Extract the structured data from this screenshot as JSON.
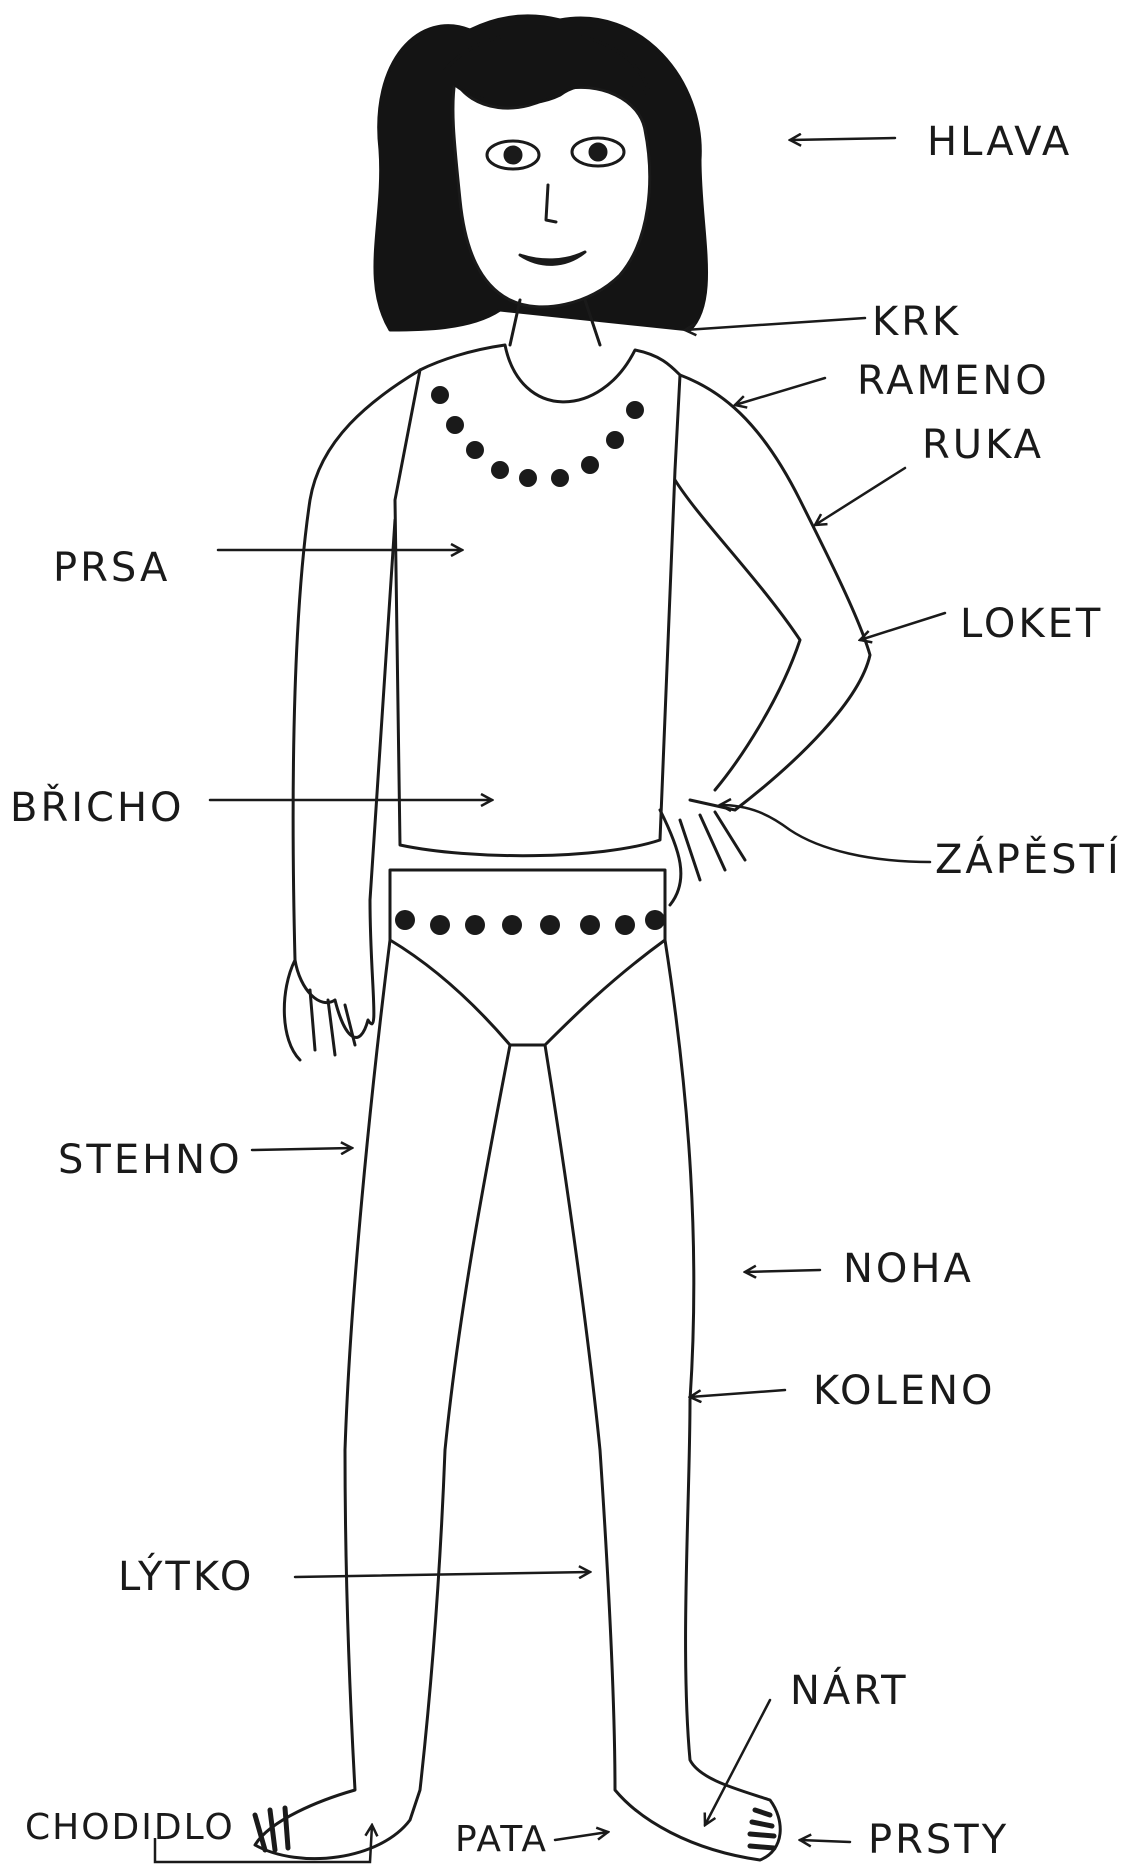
{
  "labels": {
    "hlava": "HLAVA",
    "krk": "KRK",
    "rameno": "RAMENO",
    "ruka": "RUKA",
    "prsa": "PRSA",
    "loket": "LOKET",
    "bricho": "BŘICHO",
    "zapesti": "ZÁPĚSTÍ",
    "stehno": "STEHNO",
    "noha": "NOHA",
    "koleno": "KOLENO",
    "lytko": "LÝTKO",
    "nart": "NÁRT",
    "chodidlo": "CHODIDLO",
    "pata": "PATA",
    "prsty": "PRSTY"
  },
  "colors": {
    "ink": "#1a1a1a",
    "hair": "#141414",
    "paper": "#ffffff"
  }
}
